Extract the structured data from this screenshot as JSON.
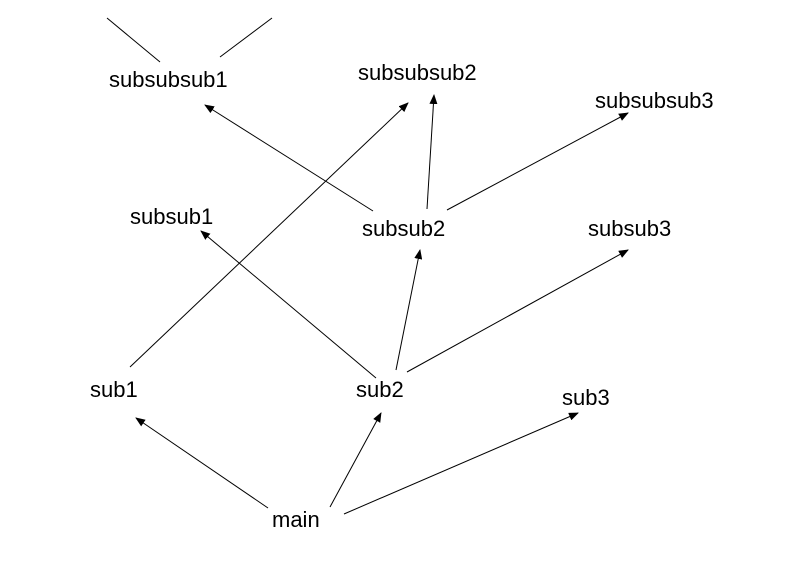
{
  "diagram": {
    "nodes": [
      {
        "id": "main",
        "label": "main"
      },
      {
        "id": "sub1",
        "label": "sub1"
      },
      {
        "id": "sub2",
        "label": "sub2"
      },
      {
        "id": "sub3",
        "label": "sub3"
      },
      {
        "id": "subsub1",
        "label": "subsub1"
      },
      {
        "id": "subsub2",
        "label": "subsub2"
      },
      {
        "id": "subsub3",
        "label": "subsub3"
      },
      {
        "id": "subsubsub1",
        "label": "subsubsub1"
      },
      {
        "id": "subsubsub2",
        "label": "subsubsub2"
      },
      {
        "id": "subsubsub3",
        "label": "subsubsub3"
      }
    ],
    "edges": [
      {
        "from": "main",
        "to": "sub1"
      },
      {
        "from": "main",
        "to": "sub2"
      },
      {
        "from": "main",
        "to": "sub3"
      },
      {
        "from": "sub1",
        "to": "subsubsub2"
      },
      {
        "from": "sub2",
        "to": "subsub1"
      },
      {
        "from": "sub2",
        "to": "subsub2"
      },
      {
        "from": "sub2",
        "to": "subsub3"
      },
      {
        "from": "subsub2",
        "to": "subsubsub1"
      },
      {
        "from": "subsub2",
        "to": "subsubsub2"
      },
      {
        "from": "subsub2",
        "to": "subsubsub3"
      }
    ],
    "line_color": "#000000"
  }
}
